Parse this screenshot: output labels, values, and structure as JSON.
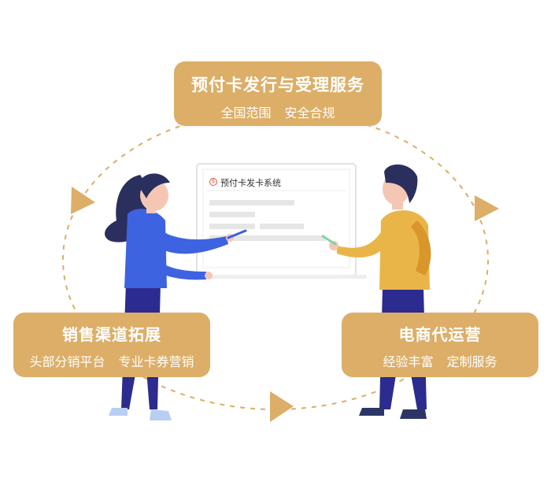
{
  "top": {
    "title": "预付卡发行与受理服务",
    "items": [
      "全国范围",
      "安全合规"
    ]
  },
  "left": {
    "title": "销售渠道拓展",
    "items": [
      "头部分销平台",
      "专业卡券营销"
    ]
  },
  "right": {
    "title": "电商代运营",
    "items": [
      "经验丰富",
      "定制服务"
    ]
  },
  "screen": {
    "title": "预付卡发卡系统"
  },
  "colors": {
    "box": "#dcae67",
    "cycle": "#dcae67",
    "woman_shirt": "#3d63e0",
    "man_shirt": "#eab548",
    "pants": "#2c2b8f",
    "hair": "#2b2f5e"
  }
}
